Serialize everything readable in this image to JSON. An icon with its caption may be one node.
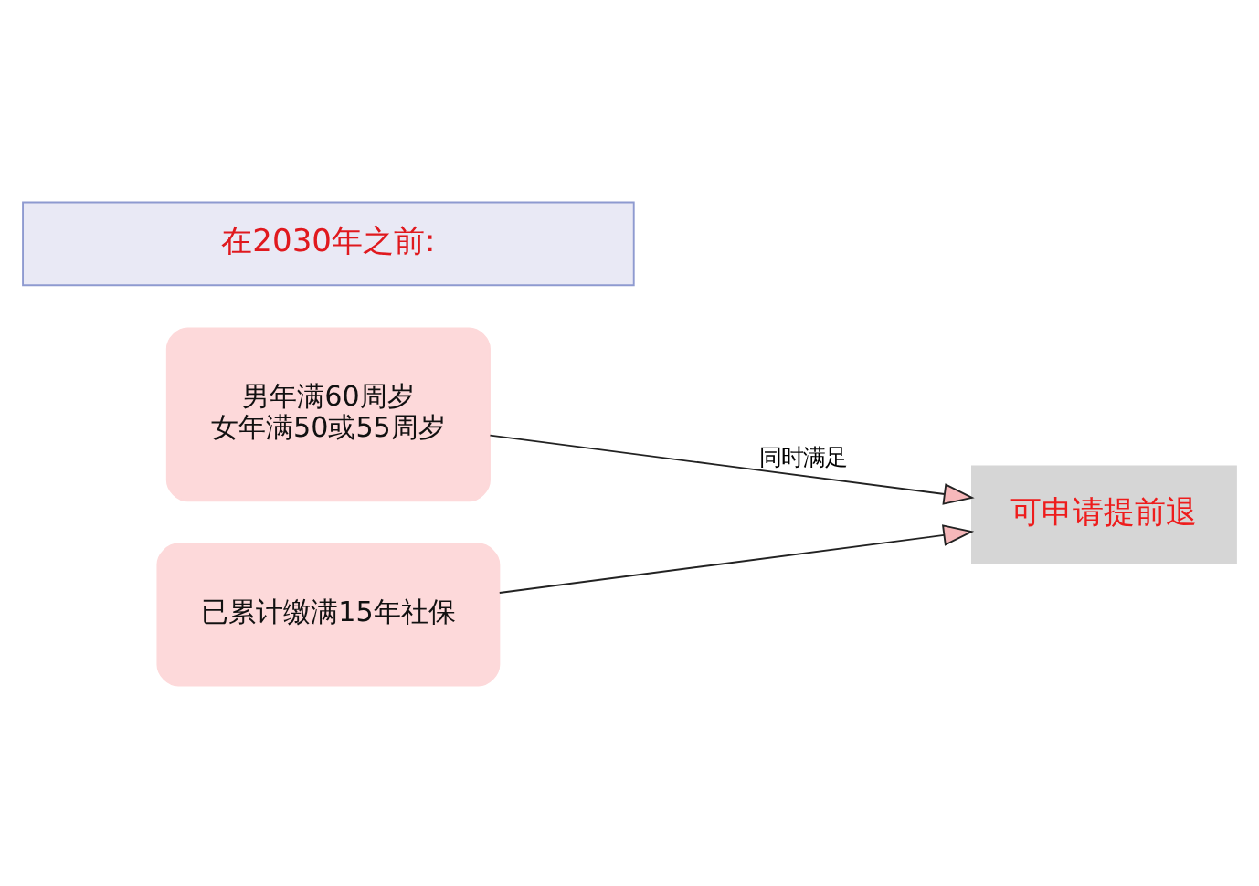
{
  "diagram": {
    "nodes": [
      {
        "text": [
          "在2030年之前:"
        ]
      },
      {
        "text": [
          "男年满60周岁",
          "女年满50或55周岁"
        ]
      },
      {
        "text": [
          "已累计缴满15年社保"
        ]
      },
      {
        "text": [
          "可申请提前退"
        ]
      }
    ],
    "edges": [
      {
        "from": 1,
        "to": 3,
        "arrow": "to",
        "label": "同时满足"
      },
      {
        "from": 2,
        "to": 3,
        "arrow": "to"
      }
    ]
  }
}
